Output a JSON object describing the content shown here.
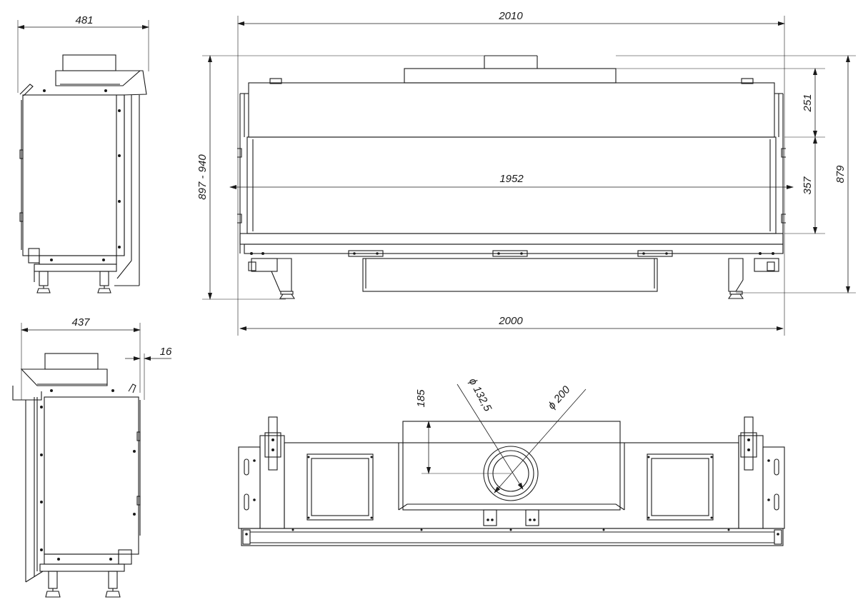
{
  "drawing": {
    "dimensions": {
      "side_top_width": "481",
      "side_bottom_width": "437",
      "side_offset": "16",
      "front_top_width": "2010",
      "front_bottom_width": "2000",
      "glass_width": "1952",
      "total_height_range": "897 - 940",
      "height_total": "879",
      "height_top_section": "251",
      "height_glass": "357",
      "flue_offset": "185",
      "flue_inner_diameter": "ϕ 132,5",
      "flue_outer_diameter": "ϕ 200"
    }
  }
}
